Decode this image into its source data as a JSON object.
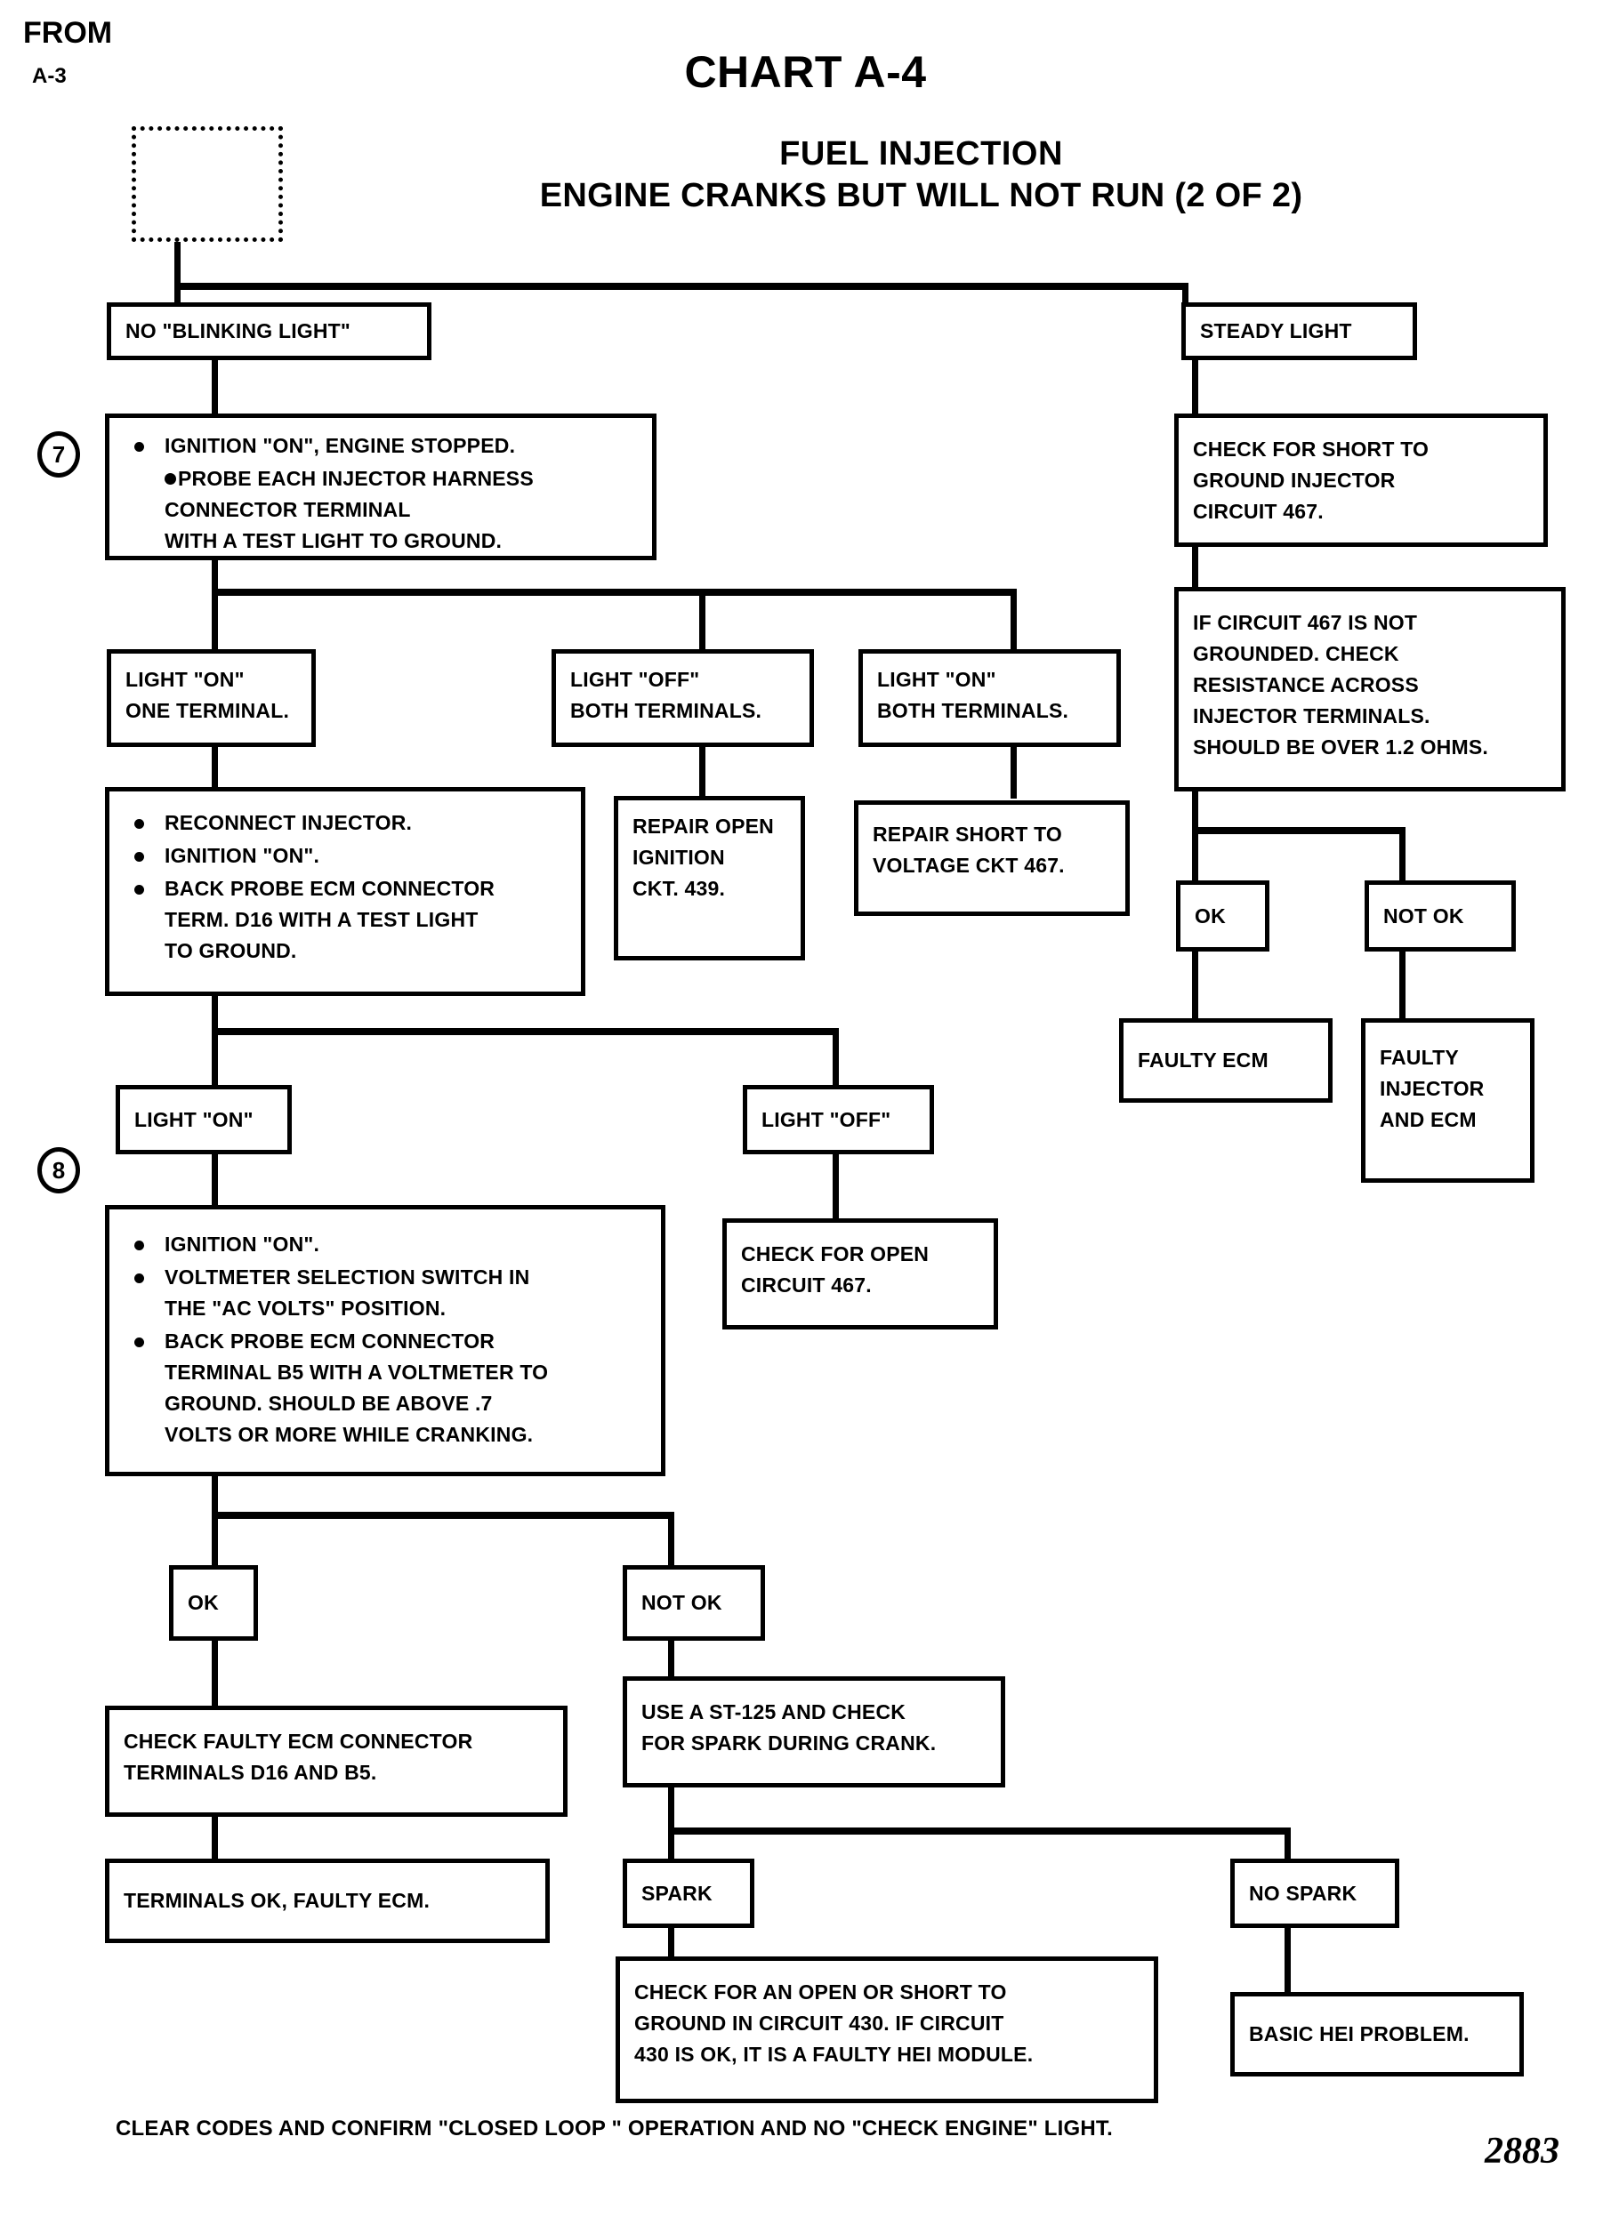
{
  "header": {
    "chart_title": "CHART A-4",
    "subtitle_line1": "FUEL INJECTION",
    "subtitle_line2": "ENGINE CRANKS BUT WILL NOT RUN (2 OF 2)"
  },
  "from_connector": {
    "label": "FROM",
    "reference": "A-3"
  },
  "steps": {
    "seven": "7",
    "eight": "8"
  },
  "boxes": {
    "no_blinking_light": "NO \"BLINKING LIGHT\"",
    "steady_light": "STEADY LIGHT",
    "step7": {
      "b1": "IGNITION \"ON\", ENGINE STOPPED.",
      "b2": "PROBE EACH  INJECTOR HARNESS",
      "b2_cont1": "CONNECTOR TERMINAL",
      "b2_cont2": "WITH A TEST LIGHT TO GROUND."
    },
    "light_on_one_terminal": {
      "l1": "LIGHT \"ON\"",
      "l2": "ONE TERMINAL."
    },
    "light_off_both_terminals": {
      "l1": "LIGHT \"OFF\"",
      "l2": "BOTH TERMINALS."
    },
    "light_on_both_terminals": {
      "l1": "LIGHT \"ON\"",
      "l2": "BOTH TERMINALS."
    },
    "reconnect_injector": {
      "b1": "RECONNECT INJECTOR.",
      "b2": "IGNITION \"ON\".",
      "b3": "BACK PROBE ECM CONNECTOR",
      "b3_cont1": "TERM. D16  WITH A TEST LIGHT",
      "b3_cont2": "TO GROUND."
    },
    "repair_open_ignition": {
      "l1": "REPAIR OPEN",
      "l2": "IGNITION",
      "l3": "CKT. 439."
    },
    "repair_short_voltage": {
      "l1": "REPAIR SHORT TO",
      "l2": "VOLTAGE CKT 467."
    },
    "check_short_ground": {
      "l1": "CHECK FOR SHORT TO",
      "l2": "GROUND INJECTOR",
      "l3": "CIRCUIT 467."
    },
    "if_circuit_467": {
      "l1": "IF CIRCUIT 467 IS NOT",
      "l2": "GROUNDED.  CHECK",
      "l3": "RESISTANCE  ACROSS",
      "l4": "INJECTOR TERMINALS.",
      "l5": "SHOULD BE OVER 1.2 OHMS."
    },
    "ok_right": "OK",
    "not_ok_right": "NOT OK",
    "faulty_ecm_right": "FAULTY ECM",
    "faulty_injector_and_ecm": {
      "l1": "FAULTY",
      "l2": "INJECTOR",
      "l3": "AND ECM"
    },
    "light_on_step8": "LIGHT \"ON\"",
    "light_off_step8": "LIGHT \"OFF\"",
    "step8": {
      "b1": "IGNITION \"ON\".",
      "b2": "VOLTMETER SELECTION SWITCH IN",
      "b2_cont": "THE \"AC VOLTS\" POSITION.",
      "b3": "BACK PROBE ECM CONNECTOR",
      "b3_cont1": "TERMINAL B5  WITH A VOLTMETER TO",
      "b3_cont2": "GROUND.  SHOULD BE ABOVE .7",
      "b3_cont3": "VOLTS OR MORE WHILE CRANKING."
    },
    "check_open_circuit_467": {
      "l1": "CHECK FOR OPEN",
      "l2": "CIRCUIT 467."
    },
    "ok_bottom": "OK",
    "not_ok_bottom": "NOT OK",
    "check_faulty_ecm_connector": {
      "l1": "CHECK FAULTY ECM CONNECTOR",
      "l2": "TERMINALS D16 AND B5."
    },
    "terminals_ok_faulty_ecm": "TERMINALS OK, FAULTY ECM.",
    "use_st125": {
      "l1": "USE A ST-125 AND CHECK",
      "l2": "FOR SPARK DURING CRANK."
    },
    "spark": "SPARK",
    "no_spark": "NO SPARK",
    "check_open_short_430": {
      "l1": "CHECK FOR AN OPEN OR SHORT TO",
      "l2": "GROUND IN CIRCUIT 430. IF CIRCUIT",
      "l3": "430 IS OK, IT IS A FAULTY HEI MODULE."
    },
    "basic_hei_problem": "BASIC HEI PROBLEM."
  },
  "footer": {
    "note": "CLEAR CODES AND CONFIRM \"CLOSED LOOP \" OPERATION AND NO \"CHECK ENGINE\" LIGHT.",
    "page_number": "2883"
  },
  "colors": {
    "ink": "#000000",
    "paper": "#ffffff"
  }
}
